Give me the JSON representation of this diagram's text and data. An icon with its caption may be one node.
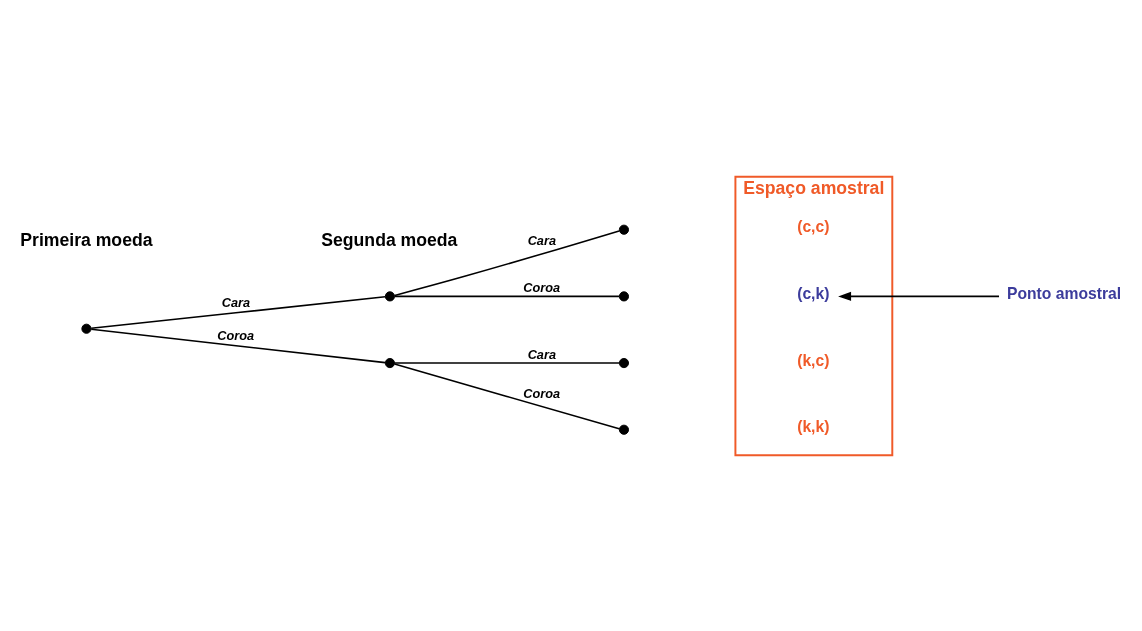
{
  "diagram": {
    "nodes": [
      {
        "text": [],
        "shape": "circle"
      },
      {
        "text": [],
        "shape": "circle"
      },
      {
        "text": [],
        "shape": "circle"
      },
      {
        "text": [],
        "shape": "circle"
      },
      {
        "text": [],
        "shape": "circle"
      },
      {
        "text": [],
        "shape": "circle"
      },
      {
        "text": [],
        "shape": "circle"
      },
      {
        "text": [
          "Espaço amostral"
        ]
      },
      {
        "text": [
          "(c,c)"
        ],
        "in": 7
      },
      {
        "text": [
          "(c,k)"
        ],
        "in": 7
      },
      {
        "text": [
          "(k,c)"
        ],
        "in": 7
      },
      {
        "text": [
          "(k,k)"
        ],
        "in": 7
      },
      {
        "text": [
          "Ponto amostral"
        ]
      }
    ],
    "edges": [
      {
        "from": 0,
        "to": 1,
        "label": "Cara",
        "arrow": "none"
      },
      {
        "from": 0,
        "to": 2,
        "label": "Coroa",
        "arrow": "none"
      },
      {
        "from": 1,
        "to": 3,
        "label": "Cara",
        "arrow": "none"
      },
      {
        "from": 1,
        "to": 4,
        "label": "Coroa",
        "arrow": "none"
      },
      {
        "from": 2,
        "to": 5,
        "label": "Cara",
        "arrow": "none"
      },
      {
        "from": 2,
        "to": 6,
        "label": "Coroa",
        "arrow": "none"
      },
      {
        "from": 12,
        "to": 9,
        "arrow": "to"
      }
    ],
    "labels": [
      "Primeira moeda",
      "Segunda moeda"
    ]
  }
}
